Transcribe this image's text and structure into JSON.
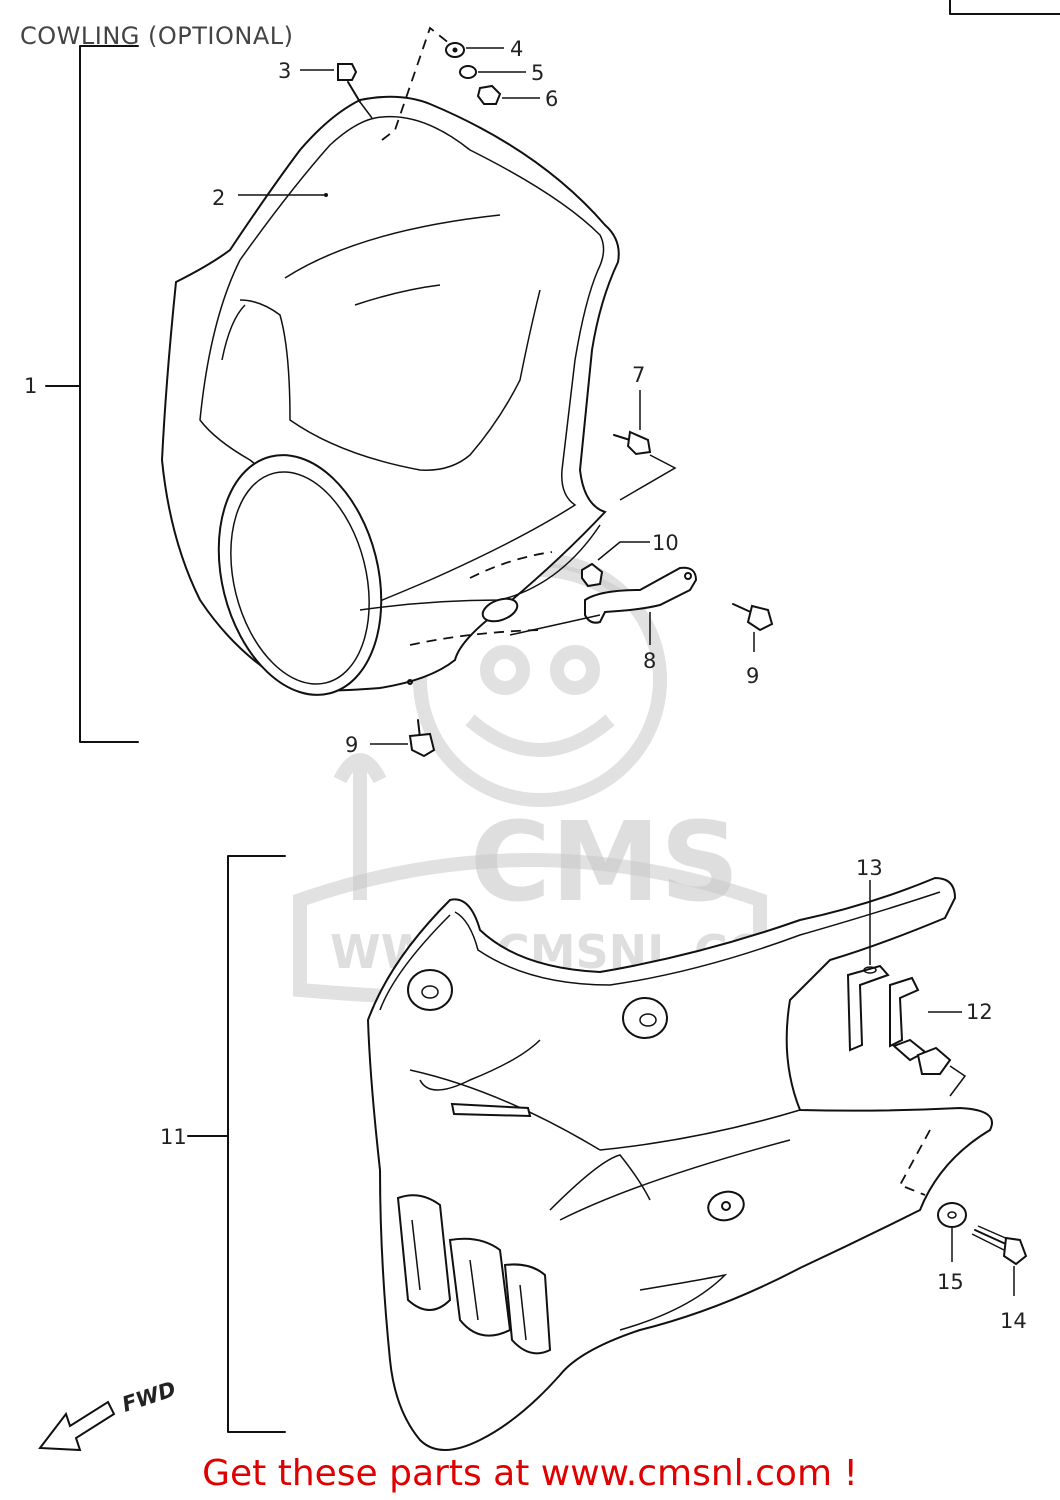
{
  "title": "COWLING (OPTIONAL)",
  "footer_text": "Get these parts at www.cmsnl.com !",
  "watermark": {
    "brand": "CMS",
    "url": "WWW.CMSNL.COM"
  },
  "fwd_label": "FWD",
  "callouts": {
    "c1": "1",
    "c2": "2",
    "c3": "3",
    "c4": "4",
    "c5": "5",
    "c6": "6",
    "c7": "7",
    "c8": "8",
    "c9a": "9",
    "c9b": "9",
    "c10": "10",
    "c11": "11",
    "c12": "12",
    "c13": "13",
    "c14": "14",
    "c15": "15"
  },
  "colors": {
    "footer": "#e00000",
    "line": "#111111",
    "watermark": "#c8c8c8"
  }
}
